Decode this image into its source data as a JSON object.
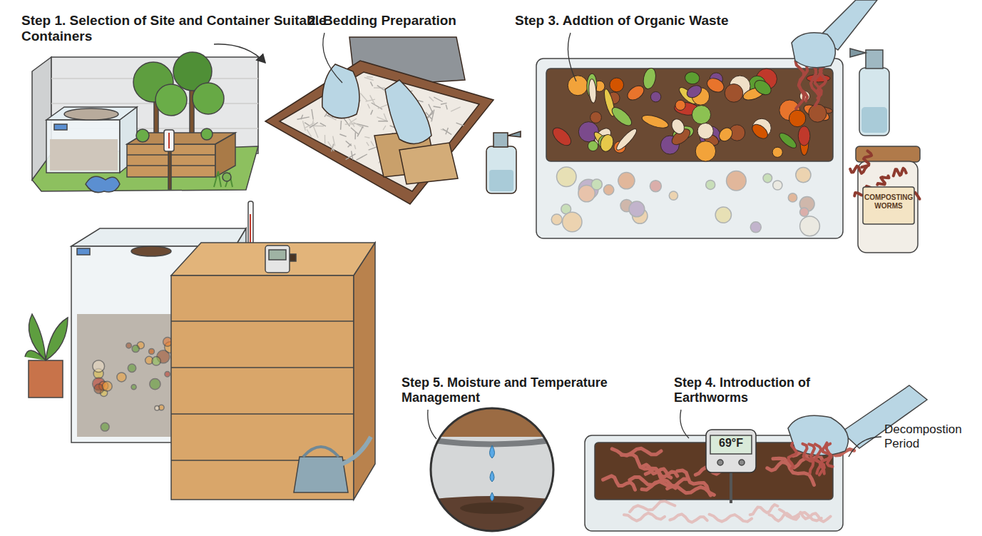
{
  "diagram": {
    "labels": [
      "Step 1. Selection of Site and Container Suitable Containers",
      "2. Bedding Preparation",
      "Step 3. Addtion of Organic Waste",
      "COMPOSTING WORMS",
      "Step 5. Moisture and Temperature Management",
      "Step 4. Introduction of Earthworms",
      "Decompostion Period",
      "69°F"
    ]
  }
}
